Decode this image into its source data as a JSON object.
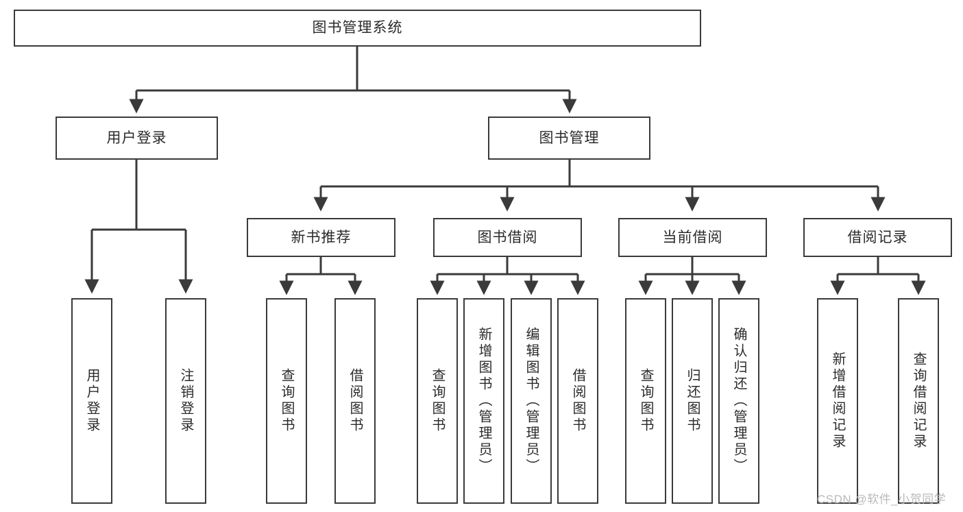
{
  "diagram": {
    "title": "图书管理系统",
    "type": "functional-hierarchy-tree",
    "orientation": "top-down",
    "colors": {
      "box_border": "#3a3a3a",
      "box_fill": "#ffffff",
      "text": "#2b2b2b",
      "edge": "#3a3a3a",
      "background": "#ffffff",
      "watermark": "#b9b9b9"
    }
  },
  "root": {
    "label": "图书管理系统"
  },
  "level2": [
    {
      "id": "user-login",
      "label": "用户登录"
    },
    {
      "id": "book-management",
      "label": "图书管理"
    }
  ],
  "level3": [
    {
      "id": "new-book-recommend",
      "label": "新书推荐"
    },
    {
      "id": "book-borrow",
      "label": "图书借阅"
    },
    {
      "id": "current-borrow",
      "label": "当前借阅"
    },
    {
      "id": "borrow-record",
      "label": "借阅记录"
    }
  ],
  "leaves": {
    "user_login": [
      {
        "id": "leaf-user-login",
        "label": "用户登录"
      },
      {
        "id": "leaf-logout-login",
        "label": "注销登录"
      }
    ],
    "new_book_recommend": [
      {
        "id": "leaf-query-book-1",
        "label": "查询图书"
      },
      {
        "id": "leaf-borrow-book-1",
        "label": "借阅图书"
      }
    ],
    "book_borrow": [
      {
        "id": "leaf-query-book-2",
        "label": "查询图书"
      },
      {
        "id": "leaf-add-book",
        "label": "新增图书（管理员）"
      },
      {
        "id": "leaf-edit-book",
        "label": "编辑图书（管理员）"
      },
      {
        "id": "leaf-borrow-book-2",
        "label": "借阅图书"
      }
    ],
    "current_borrow": [
      {
        "id": "leaf-query-book-3",
        "label": "查询图书"
      },
      {
        "id": "leaf-return-book",
        "label": "归还图书"
      },
      {
        "id": "leaf-confirm-return",
        "label": "确认归还（管理员）"
      }
    ],
    "borrow_record": [
      {
        "id": "leaf-add-record",
        "label": "新增借阅记录"
      },
      {
        "id": "leaf-query-record",
        "label": "查询借阅记录"
      }
    ]
  },
  "watermark": {
    "text": "CSDN @软件_小贺同学"
  }
}
